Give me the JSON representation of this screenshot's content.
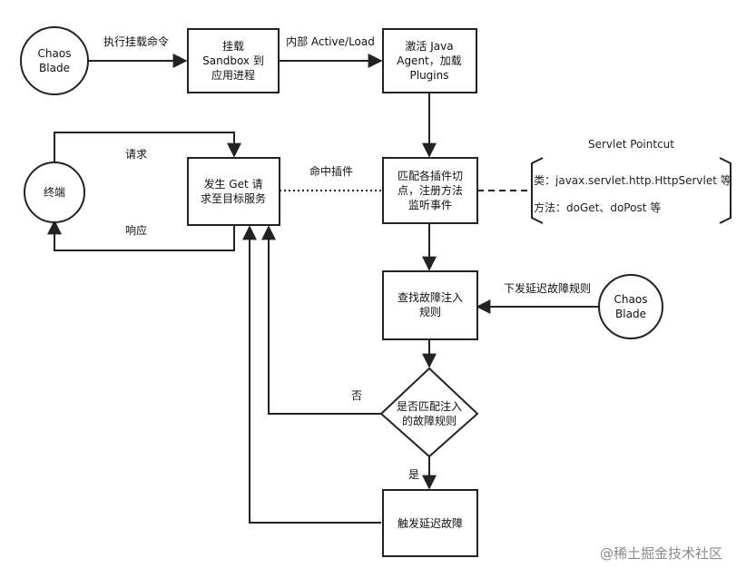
{
  "nodes": {
    "chaosblade_top": [
      "Chaos",
      "Blade"
    ],
    "mount": [
      "挂载",
      "Sandbox 到",
      "应用进程"
    ],
    "activate": [
      "激活 Java",
      "Agent，加载",
      "Plugins"
    ],
    "terminal": [
      "终端"
    ],
    "send_get": [
      "发生 Get 请",
      "求至目标服务"
    ],
    "match_plugin": [
      "匹配各插件切",
      "点，注册方法",
      "监听事件"
    ],
    "find_rule": [
      "查找故障注入",
      "规则"
    ],
    "chaosblade_right": [
      "Chaos",
      "Blade"
    ],
    "decision": [
      "是否匹配注入",
      "的故障规则"
    ],
    "trigger": [
      "触发延迟故障"
    ]
  },
  "edges": {
    "exec_cmd": "执行挂载命令",
    "active_load": "内部 Active/Load",
    "request": "请求",
    "response": "响应",
    "hit_plugin": "命中插件",
    "deliver_rule": "下发延迟故障规则",
    "no": "否",
    "yes": "是"
  },
  "pointcut": {
    "title": "Servlet Pointcut",
    "class_line": "类：javax.servlet.http.HttpServlet 等",
    "method_line": "方法：doGet、doPost 等"
  },
  "watermark": "@稀土掘金技术社区",
  "colors": {
    "stroke": "#222222",
    "text": "#111111",
    "background": "#ffffff"
  }
}
